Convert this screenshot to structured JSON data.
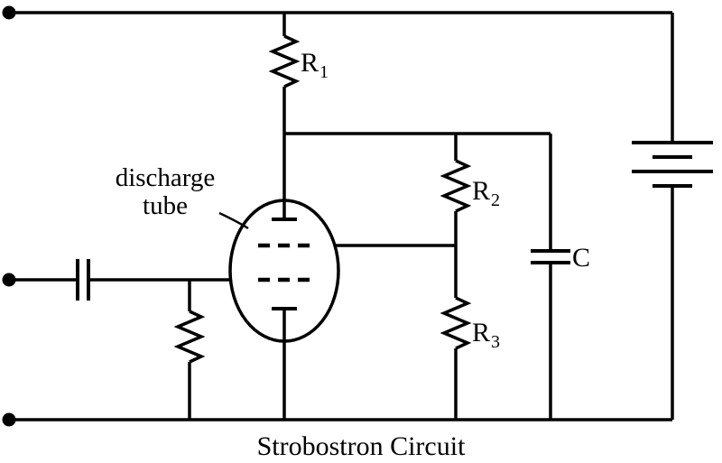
{
  "diagram": {
    "title": "Strobostron Circuit",
    "kind": "circuit-schematic"
  },
  "labels": {
    "discharge_tube": {
      "line1": "discharge",
      "line2": "tube"
    },
    "r1": {
      "base": "R",
      "sub": "1"
    },
    "r2": {
      "base": "R",
      "sub": "2"
    },
    "r3": {
      "base": "R",
      "sub": "3"
    },
    "c": "C"
  },
  "components": {
    "tube": "discharge-tube (envelope with anode plate, two dashed grids, cathode)",
    "resistors": [
      "R1",
      "R2",
      "R3",
      "unlabeled input resistor"
    ],
    "capacitors": [
      "C",
      "input coupling capacitor"
    ],
    "power": "multi-cell battery on right rail",
    "terminals": [
      "top-left",
      "middle-left",
      "bottom-left"
    ]
  },
  "colors": {
    "wire": "#000000",
    "background": "#ffffff"
  }
}
